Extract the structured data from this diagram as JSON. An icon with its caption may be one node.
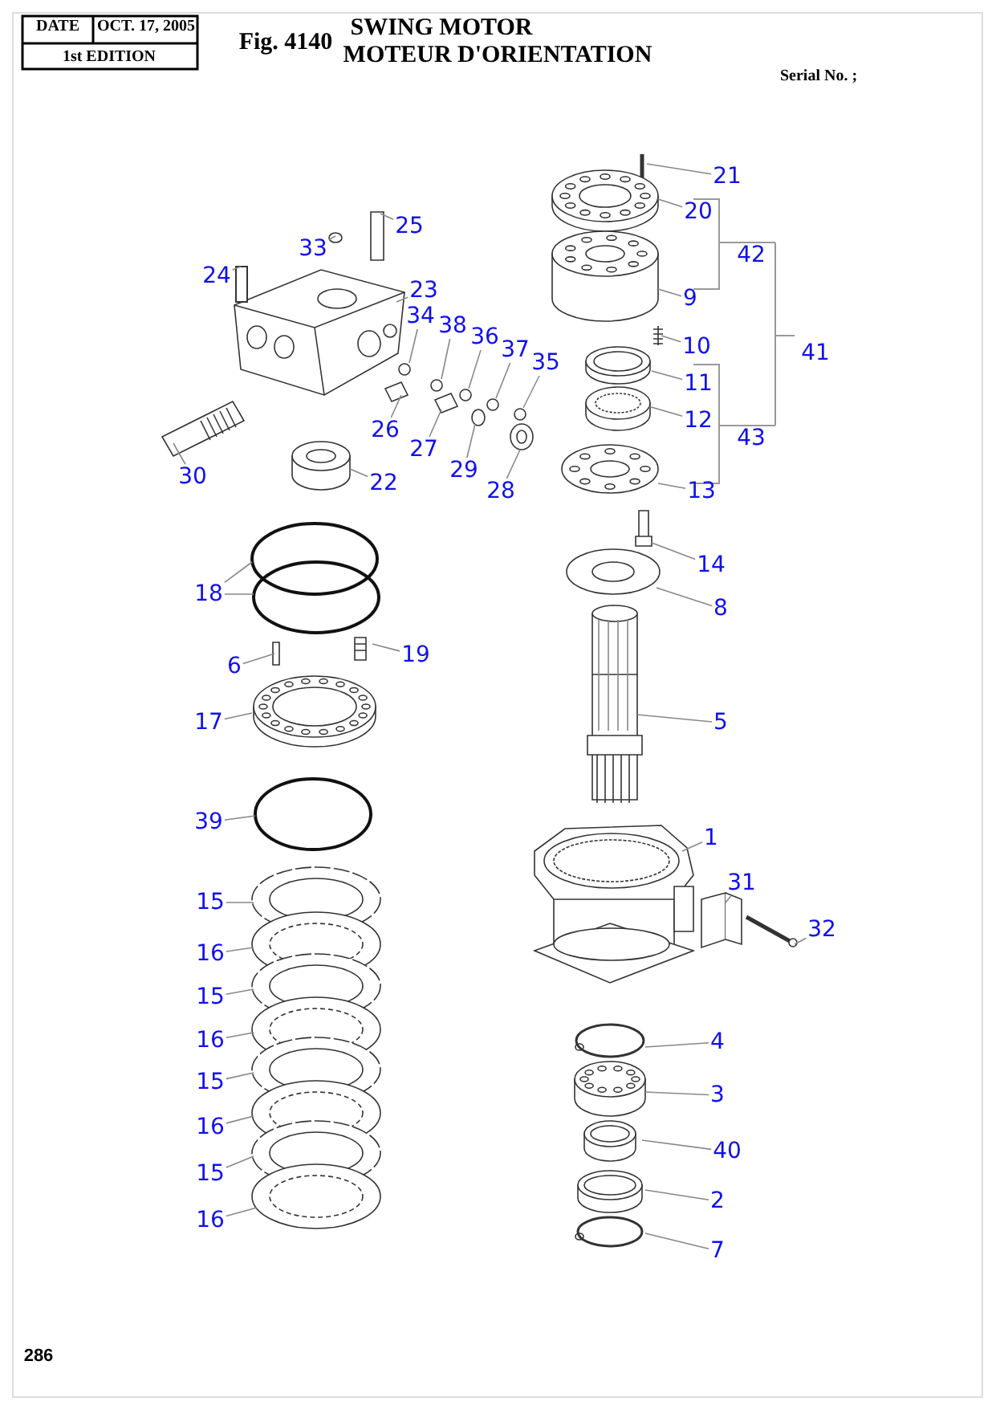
{
  "diagram": {
    "nodes": [
      {
        "text": [
          "21"
        ]
      },
      {
        "text": [
          "20"
        ]
      },
      {
        "text": [
          "42"
        ]
      },
      {
        "text": [
          "9"
        ]
      },
      {
        "text": [
          "41"
        ]
      },
      {
        "text": [
          "10"
        ]
      },
      {
        "text": [
          "11"
        ]
      },
      {
        "text": [
          "12"
        ]
      },
      {
        "text": [
          "43"
        ]
      },
      {
        "text": [
          "13"
        ]
      },
      {
        "text": [
          "14"
        ]
      },
      {
        "text": [
          "8"
        ]
      },
      {
        "text": [
          "5"
        ]
      },
      {
        "text": [
          "1"
        ]
      },
      {
        "text": [
          "31"
        ]
      },
      {
        "text": [
          "32"
        ]
      },
      {
        "text": [
          "4"
        ]
      },
      {
        "text": [
          "3"
        ]
      },
      {
        "text": [
          "40"
        ]
      },
      {
        "text": [
          "2"
        ]
      },
      {
        "text": [
          "7"
        ]
      },
      {
        "text": [
          "25"
        ]
      },
      {
        "text": [
          "33"
        ]
      },
      {
        "text": [
          "24"
        ]
      },
      {
        "text": [
          "23"
        ]
      },
      {
        "text": [
          "34"
        ]
      },
      {
        "text": [
          "38"
        ]
      },
      {
        "text": [
          "36"
        ]
      },
      {
        "text": [
          "37"
        ]
      },
      {
        "text": [
          "35"
        ]
      },
      {
        "text": [
          "26"
        ]
      },
      {
        "text": [
          "27"
        ]
      },
      {
        "text": [
          "29"
        ]
      },
      {
        "text": [
          "28"
        ]
      },
      {
        "text": [
          "30"
        ]
      },
      {
        "text": [
          "22"
        ]
      },
      {
        "text": [
          "18"
        ]
      },
      {
        "text": [
          "6"
        ]
      },
      {
        "text": [
          "19"
        ]
      },
      {
        "text": [
          "17"
        ]
      },
      {
        "text": [
          "39"
        ]
      },
      {
        "text": [
          "15"
        ]
      },
      {
        "text": [
          "16"
        ]
      },
      {
        "text": [
          "15"
        ]
      },
      {
        "text": [
          "16"
        ]
      },
      {
        "text": [
          "15"
        ]
      },
      {
        "text": [
          "16"
        ]
      },
      {
        "text": [
          "15"
        ]
      },
      {
        "text": [
          "16"
        ]
      }
    ],
    "edges": [
      {
        "from": 0,
        "to": null,
        "arrow": "none"
      },
      {
        "from": 1,
        "to": null,
        "arrow": "none"
      },
      {
        "from": 3,
        "to": null,
        "arrow": "none"
      },
      {
        "from": 5,
        "to": null,
        "arrow": "none"
      },
      {
        "from": 6,
        "to": null,
        "arrow": "none"
      },
      {
        "from": 7,
        "to": null,
        "arrow": "none"
      },
      {
        "from": 9,
        "to": null,
        "arrow": "none"
      },
      {
        "from": 10,
        "to": null,
        "arrow": "none"
      },
      {
        "from": 11,
        "to": null,
        "arrow": "none"
      },
      {
        "from": 12,
        "to": null,
        "arrow": "none"
      },
      {
        "from": 13,
        "to": null,
        "arrow": "none"
      },
      {
        "from": 14,
        "to": null,
        "arrow": "none"
      },
      {
        "from": 15,
        "to": null,
        "arrow": "none"
      },
      {
        "from": 16,
        "to": null,
        "arrow": "none"
      },
      {
        "from": 17,
        "to": null,
        "arrow": "none"
      },
      {
        "from": 18,
        "to": null,
        "arrow": "none"
      },
      {
        "from": 19,
        "to": null,
        "arrow": "none"
      },
      {
        "from": 20,
        "to": null,
        "arrow": "none"
      },
      {
        "from": 21,
        "to": null,
        "arrow": "none"
      },
      {
        "from": 22,
        "to": null,
        "arrow": "none"
      },
      {
        "from": 23,
        "to": null,
        "arrow": "none"
      },
      {
        "from": 24,
        "to": null,
        "arrow": "none"
      },
      {
        "from": 25,
        "to": null,
        "arrow": "none"
      },
      {
        "from": 26,
        "to": null,
        "arrow": "none"
      },
      {
        "from": 27,
        "to": null,
        "arrow": "none"
      },
      {
        "from": 28,
        "to": null,
        "arrow": "none"
      },
      {
        "from": 29,
        "to": null,
        "arrow": "none"
      },
      {
        "from": 30,
        "to": null,
        "arrow": "none"
      },
      {
        "from": 31,
        "to": null,
        "arrow": "none"
      },
      {
        "from": 32,
        "to": null,
        "arrow": "none"
      },
      {
        "from": 33,
        "to": null,
        "arrow": "none"
      },
      {
        "from": 34,
        "to": null,
        "arrow": "none"
      },
      {
        "from": 35,
        "to": null,
        "arrow": "none"
      },
      {
        "from": 36,
        "to": null,
        "arrow": "none"
      },
      {
        "from": 36,
        "to": null,
        "arrow": "none"
      },
      {
        "from": 37,
        "to": null,
        "arrow": "none"
      },
      {
        "from": 38,
        "to": null,
        "arrow": "none"
      },
      {
        "from": 39,
        "to": null,
        "arrow": "none"
      },
      {
        "from": 40,
        "to": null,
        "arrow": "none"
      },
      {
        "from": 41,
        "to": null,
        "arrow": "none"
      },
      {
        "from": 42,
        "to": null,
        "arrow": "none"
      },
      {
        "from": 43,
        "to": null,
        "arrow": "none"
      },
      {
        "from": 44,
        "to": null,
        "arrow": "none"
      },
      {
        "from": 45,
        "to": null,
        "arrow": "none"
      },
      {
        "from": 46,
        "to": null,
        "arrow": "none"
      },
      {
        "from": 47,
        "to": null,
        "arrow": "none"
      },
      {
        "from": 48,
        "to": null,
        "arrow": "none"
      }
    ],
    "labels": [
      "DATE",
      "OCT. 17, 2005",
      "1st EDITION",
      "Fig. 4140",
      "SWING MOTOR",
      "MOTEUR D'ORIENTATION",
      "Serial No. ;",
      "286"
    ]
  }
}
